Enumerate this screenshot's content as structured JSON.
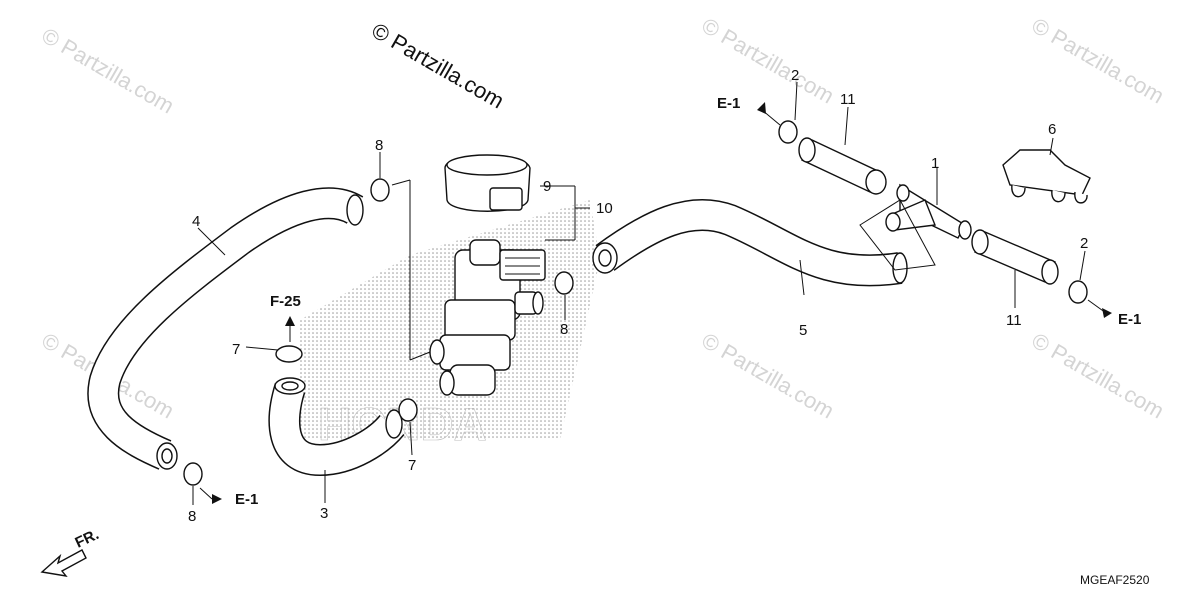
{
  "copyright": "© Partzilla.com",
  "watermark": "© Partzilla.com",
  "diagram_code": "MGEAF2520",
  "direction_label": "FR.",
  "refs": {
    "e1_top": "E-1",
    "e1_right": "E-1",
    "e1_bottom": "E-1",
    "f25": "F-25"
  },
  "callouts": {
    "n1": "1",
    "n2a": "2",
    "n2b": "2",
    "n3": "3",
    "n4": "4",
    "n5": "5",
    "n6": "6",
    "n7a": "7",
    "n7b": "7",
    "n8a": "8",
    "n8b": "8",
    "n8c": "8",
    "n9": "9",
    "n10": "10",
    "n11a": "11",
    "n11b": "11"
  }
}
